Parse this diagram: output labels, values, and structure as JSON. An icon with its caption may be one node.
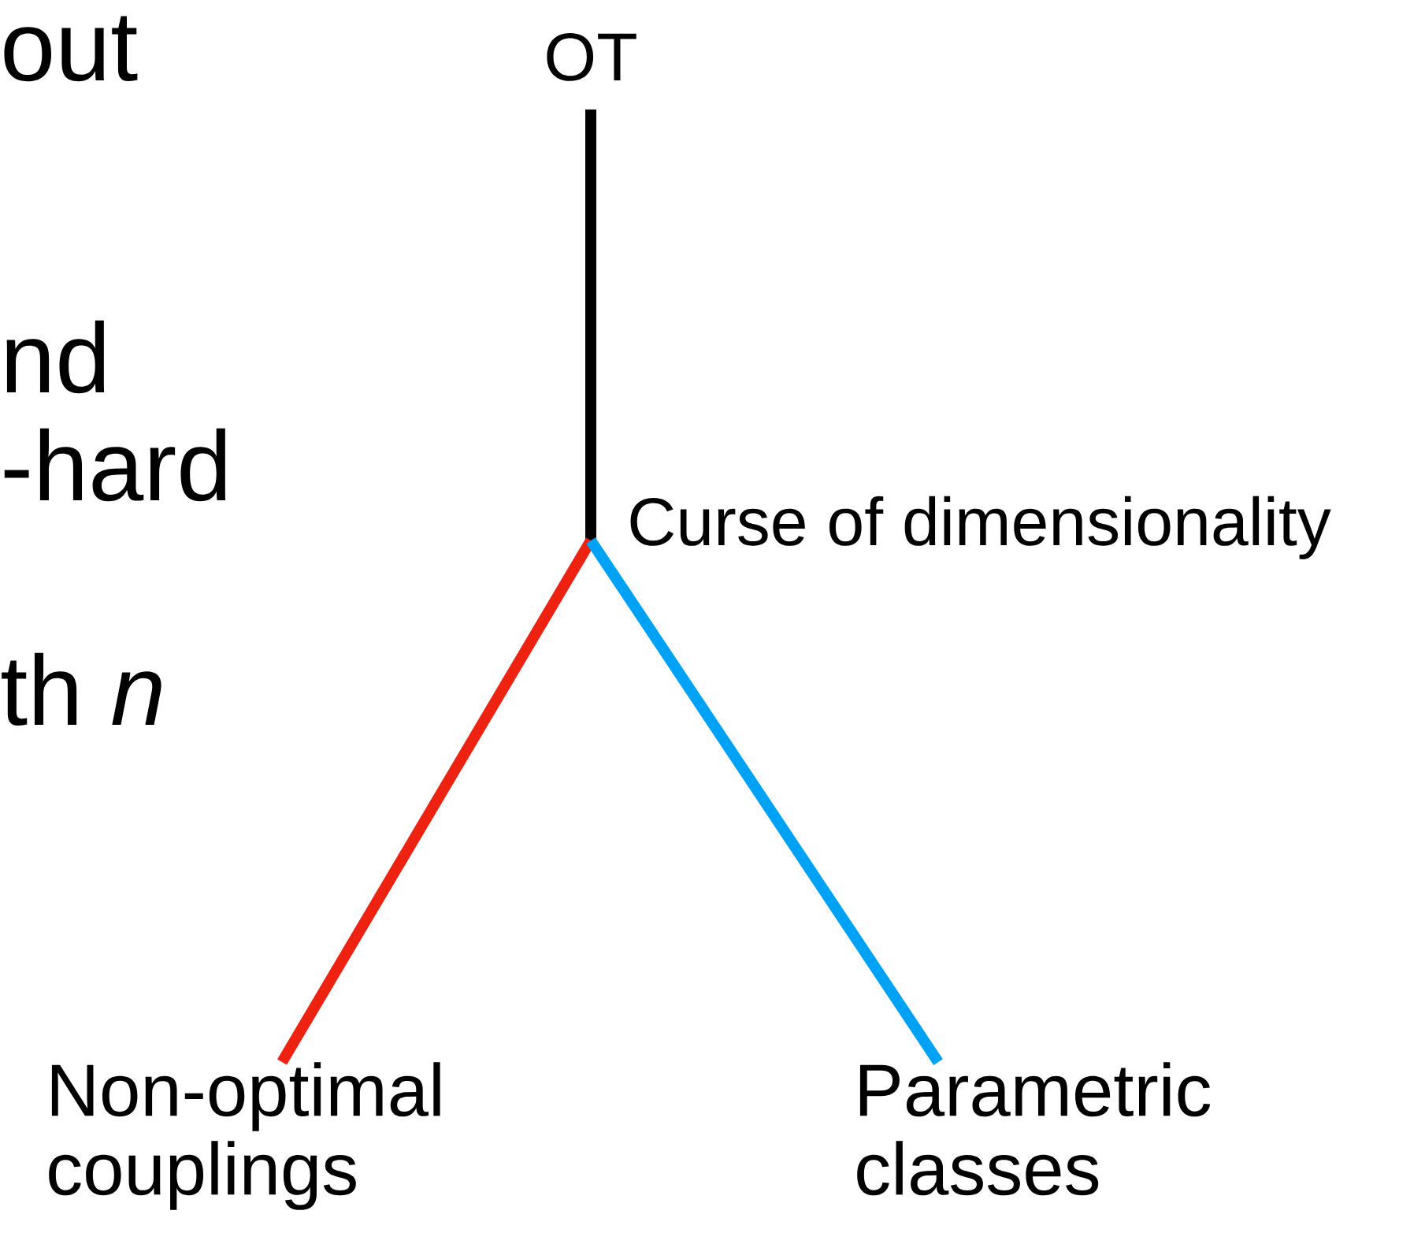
{
  "diagram": {
    "nodes": [
      {
        "text": [
          "OT"
        ]
      },
      {
        "text": [
          "Curse of dimensionality"
        ]
      },
      {
        "text": [
          "Non-optimal couplings"
        ]
      },
      {
        "text": [
          "Parametric classes"
        ]
      }
    ],
    "edges": [
      {
        "from": 0,
        "to": 1,
        "arrow": "none"
      },
      {
        "from": 1,
        "to": 2,
        "arrow": "none",
        "color": "#ee2211"
      },
      {
        "from": 1,
        "to": 3,
        "arrow": "none",
        "color": "#00a2f5"
      }
    ],
    "labels": [
      "out",
      "nd",
      "-hard",
      "th *n*"
    ]
  }
}
